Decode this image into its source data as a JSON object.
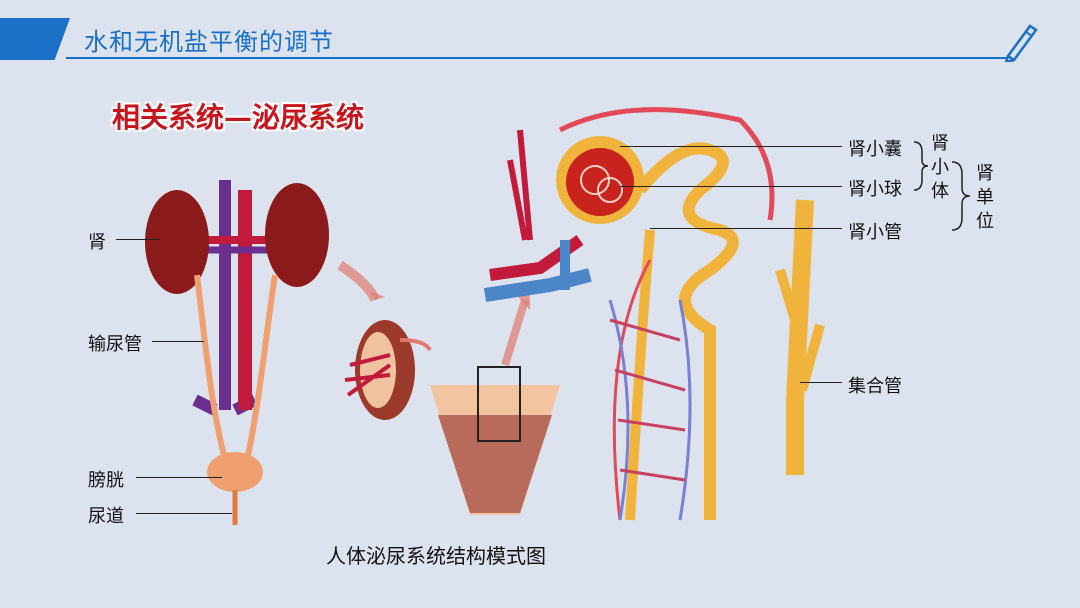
{
  "header": {
    "title": "水和无机盐平衡的调节"
  },
  "subtitle": "相关系统—泌尿系统",
  "left_labels": {
    "kidney": "肾",
    "ureter": "输尿管",
    "bladder": "膀胱",
    "urethra": "尿道"
  },
  "right_labels": {
    "capsule": "肾小囊",
    "glomerulus": "肾小球",
    "tubule": "肾小管",
    "collecting_duct": "集合管",
    "renal_corpuscle": "肾小体",
    "nephron": "肾单位"
  },
  "caption": "人体泌尿系统结构模式图",
  "colors": {
    "accent": "#1a6fc7",
    "subtitle": "#c8151d",
    "kidney": "#8b1a1a",
    "tubule": "#f0b43c"
  },
  "icons": [
    "pen-icon"
  ]
}
